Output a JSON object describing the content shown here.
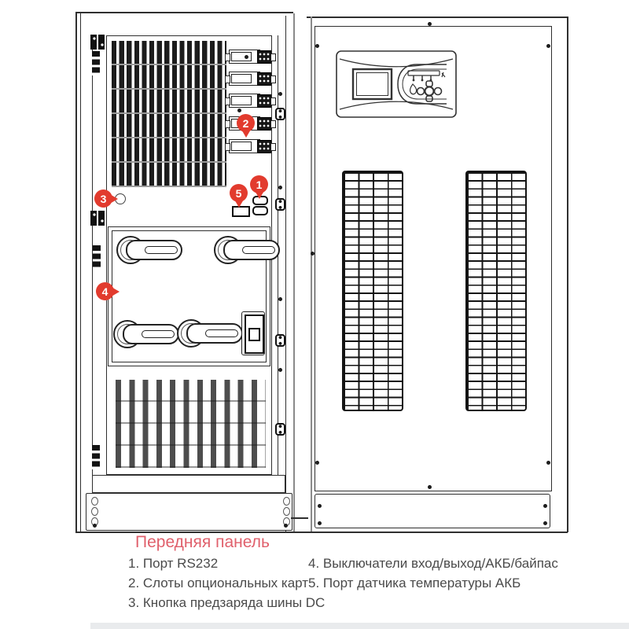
{
  "legend": {
    "title": "Передняя панель",
    "items_left": [
      "1. Порт RS232",
      "2. Слоты опциональных карт",
      "3. Кнопка предзаряда шины DC"
    ],
    "items_right": [
      "4. Выключатели вход/выход/АКБ/байпас",
      "5. Порт датчика температуры АКБ"
    ]
  },
  "callouts": {
    "c1": "1",
    "c2": "2",
    "c3": "3",
    "c4": "4",
    "c5": "5"
  },
  "colors": {
    "callout_red": "#e23b2e",
    "title_red": "#e0606c",
    "text_gray": "#4a4a4a",
    "line_dark": "#2f2f2f"
  }
}
